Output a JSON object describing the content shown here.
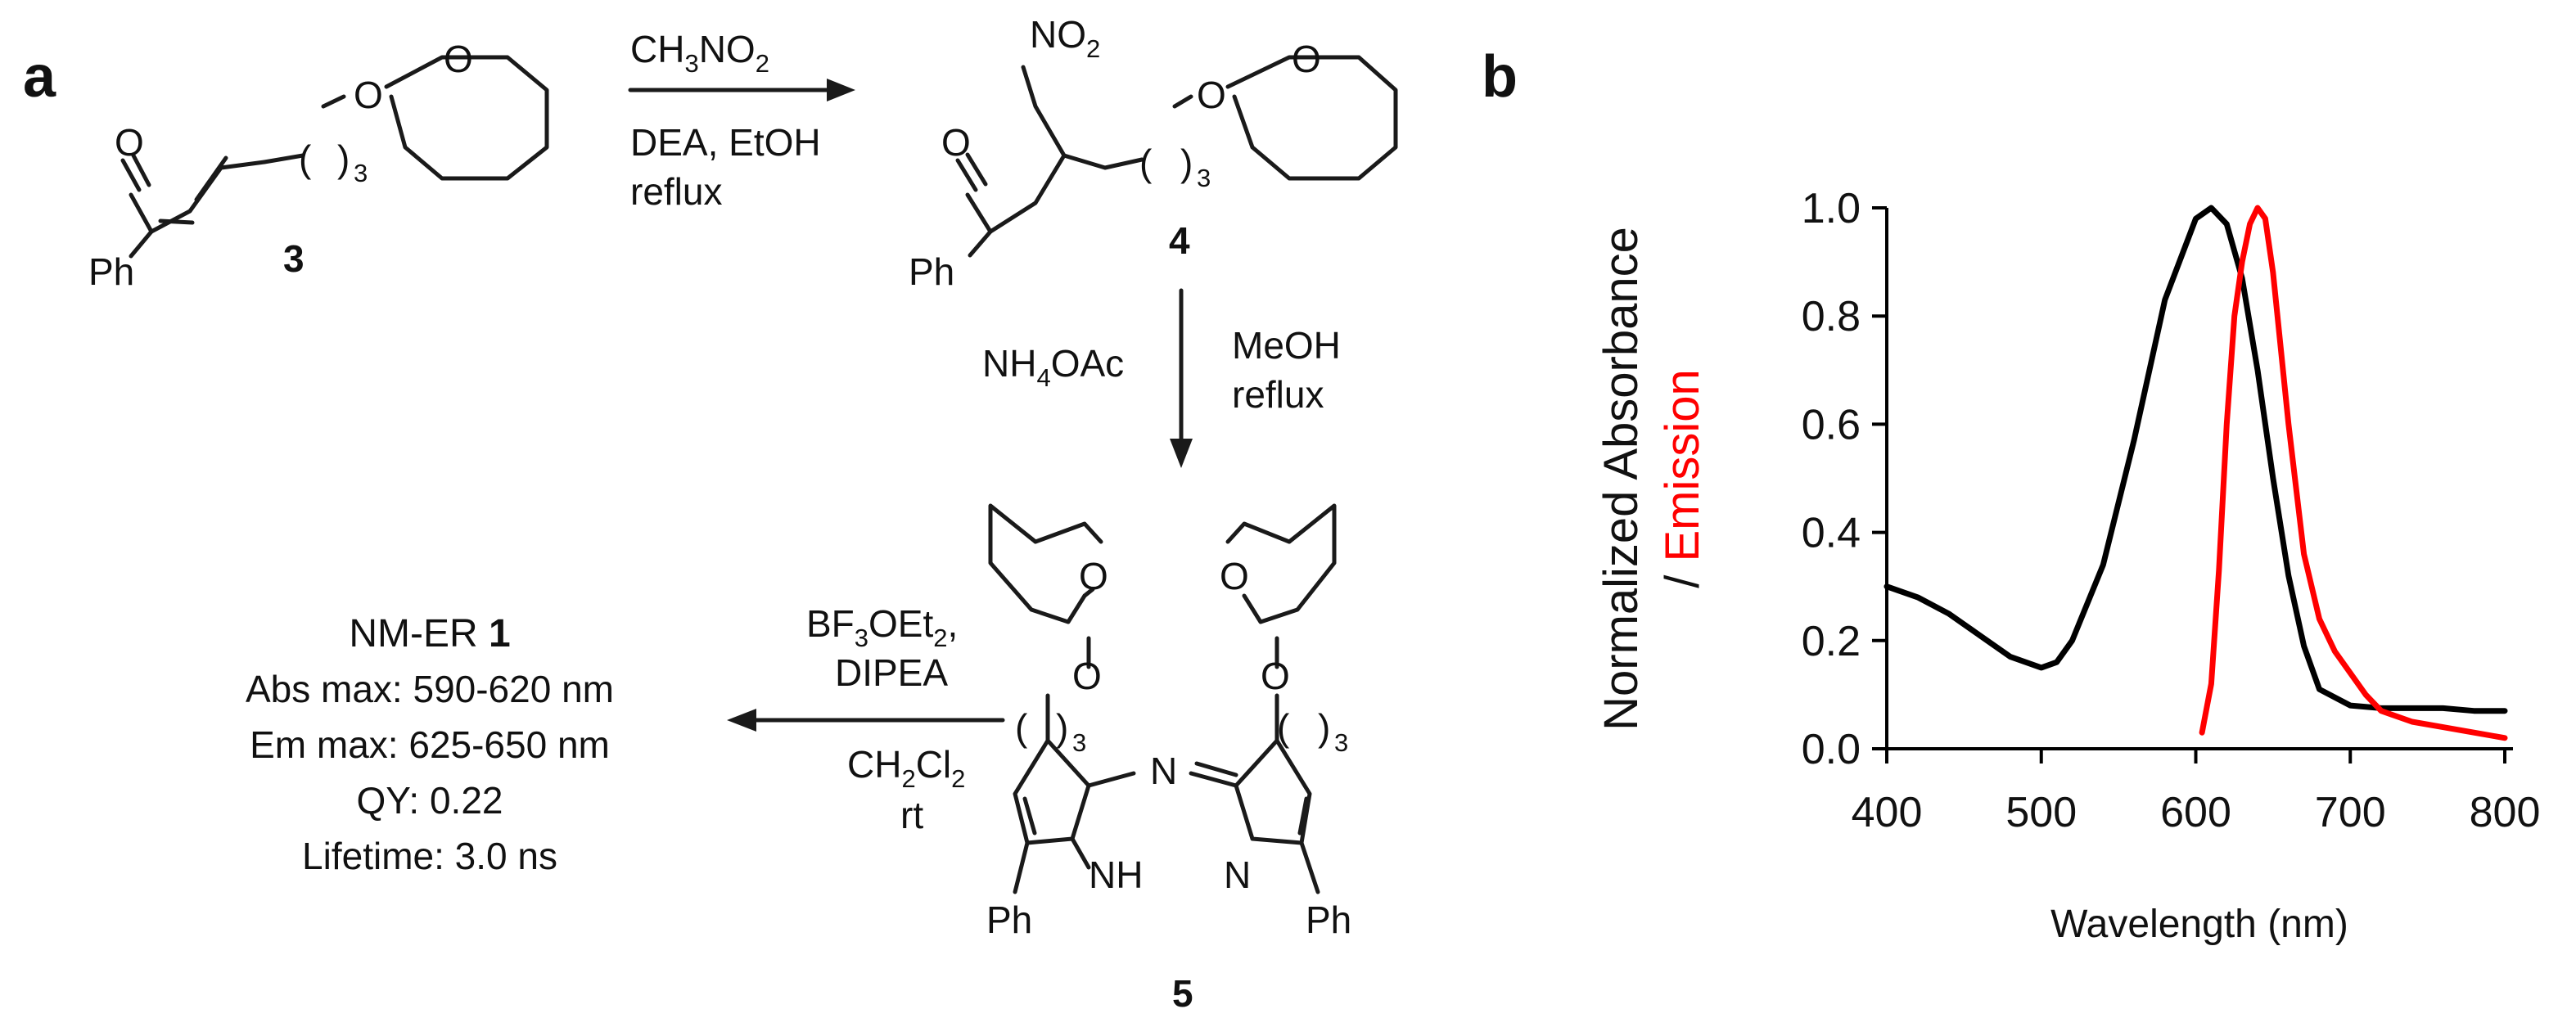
{
  "panels": {
    "a": "a",
    "b": "b"
  },
  "atoms": {
    "O": "O",
    "N": "N",
    "NH": "NH",
    "Ph": "Ph",
    "NO2_main": "NO",
    "NO2_sub": "2",
    "paren_open": "(",
    "paren_close": ")",
    "n3": "3"
  },
  "compounds": {
    "c3": "3",
    "c4": "4",
    "c5": "5"
  },
  "step1": {
    "reagent_main": "CH",
    "reagent_sub1": "3",
    "reagent_mid": "NO",
    "reagent_sub2": "2",
    "line2": "DEA, EtOH",
    "line3": "reflux"
  },
  "step2": {
    "left_main": "NH",
    "left_sub": "4",
    "left_tail": "OAc",
    "right1": "MeOH",
    "right2": "reflux"
  },
  "step3": {
    "l1_main": "BF",
    "l1_sub": "3",
    "l1_tail": "OEt",
    "l1_sub2": "2",
    "l1_end": ",",
    "l2": "DIPEA",
    "l3_main": "CH",
    "l3_sub1": "2",
    "l3_mid": "Cl",
    "l3_sub2": "2",
    "l4": "rt"
  },
  "product": {
    "name": "NM-ER ",
    "number": "1",
    "abs": "Abs max: 590-620 nm",
    "em": "Em max: 625-650 nm",
    "qy": "QY: 0.22",
    "lifetime": "Lifetime: 3.0 ns"
  },
  "colors": {
    "absorbance": "#000000",
    "emission": "#ff0000"
  },
  "chart_data": {
    "type": "line",
    "title": "",
    "xlabel": "Wavelength (nm)",
    "ylabel_part1": "Normalized Absorbance",
    "ylabel_part2": "/ ",
    "ylabel_part3": "Emission",
    "xlim": [
      400,
      800
    ],
    "ylim": [
      0,
      1.0
    ],
    "xticks": [
      "400",
      "500",
      "600",
      "700",
      "800"
    ],
    "xtick_values": [
      400,
      500,
      600,
      700,
      800
    ],
    "yticks": [
      "0.0",
      "0.2",
      "0.4",
      "0.6",
      "0.8",
      "1.0"
    ],
    "ytick_values": [
      0,
      0.2,
      0.4,
      0.6,
      0.8,
      1.0
    ],
    "series": [
      {
        "color": "#000000",
        "x": [
          400,
          420,
          440,
          460,
          480,
          500,
          510,
          520,
          540,
          560,
          580,
          600,
          610,
          620,
          630,
          640,
          650,
          660,
          670,
          680,
          700,
          720,
          740,
          760,
          780,
          800
        ],
        "y": [
          0.3,
          0.28,
          0.25,
          0.21,
          0.17,
          0.15,
          0.16,
          0.2,
          0.34,
          0.57,
          0.83,
          0.98,
          1.0,
          0.97,
          0.87,
          0.7,
          0.5,
          0.32,
          0.19,
          0.11,
          0.08,
          0.075,
          0.075,
          0.075,
          0.07,
          0.07
        ]
      },
      {
        "color": "#ff0000",
        "x": [
          604,
          610,
          615,
          620,
          625,
          630,
          635,
          640,
          645,
          650,
          660,
          670,
          680,
          690,
          700,
          710,
          720,
          740,
          760,
          780,
          800
        ],
        "y": [
          0.03,
          0.12,
          0.33,
          0.6,
          0.8,
          0.9,
          0.97,
          1.0,
          0.98,
          0.88,
          0.6,
          0.36,
          0.24,
          0.18,
          0.14,
          0.1,
          0.07,
          0.05,
          0.04,
          0.03,
          0.02
        ]
      }
    ]
  }
}
